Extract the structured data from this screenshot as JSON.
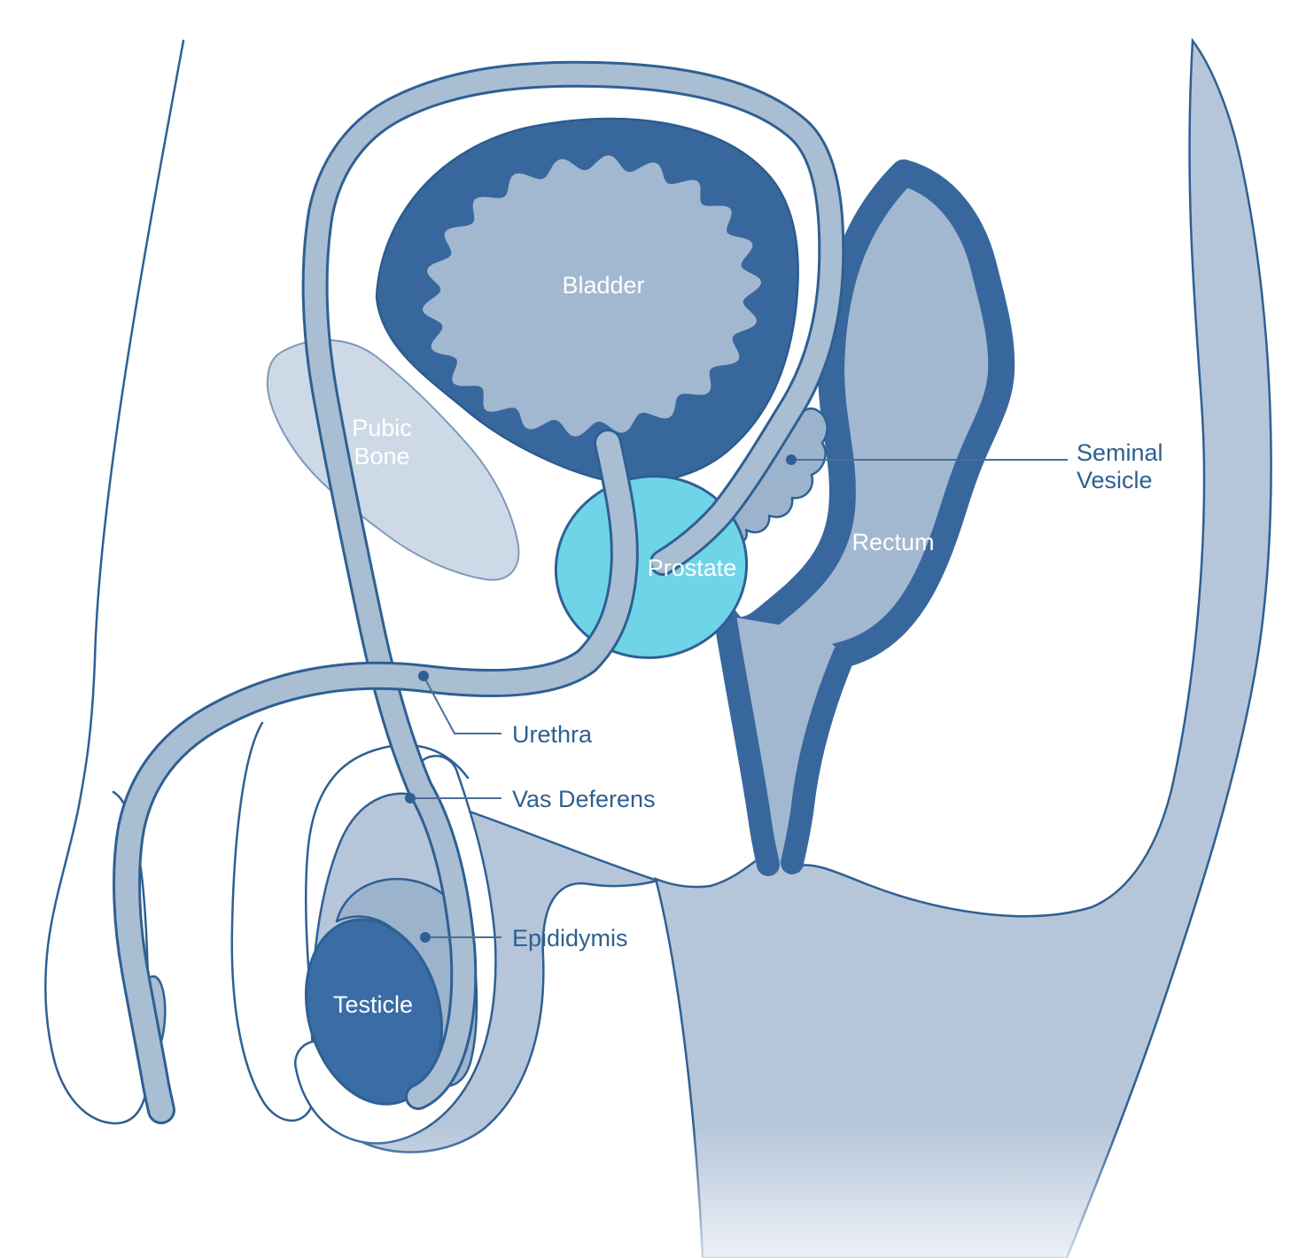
{
  "labels": {
    "bladder": "Bladder",
    "pubic_bone": [
      "Pubic",
      "Bone"
    ],
    "prostate": "Prostate",
    "rectum": "Rectum",
    "seminal_vesicle": [
      "Seminal",
      "Vesicle"
    ],
    "urethra": "Urethra",
    "vas_deferens": "Vas Deferens",
    "epididymis": "Epididymis",
    "testicle": "Testicle"
  },
  "palette": {
    "outline": "#2e6093",
    "organ_wall": "#38679e",
    "organ_inner": "#a2b8d0",
    "tube_fill": "#a9bdd3",
    "body_fill": "#b6c6da",
    "pubic_bone_fill": "#cdd9e6",
    "prostate_fill": "#70d4e8",
    "gland_fill": "#9cb3cd",
    "testicle_fill": "#3a6ca5",
    "label_dark": "#2e608f",
    "label_light": "#ffffff"
  }
}
